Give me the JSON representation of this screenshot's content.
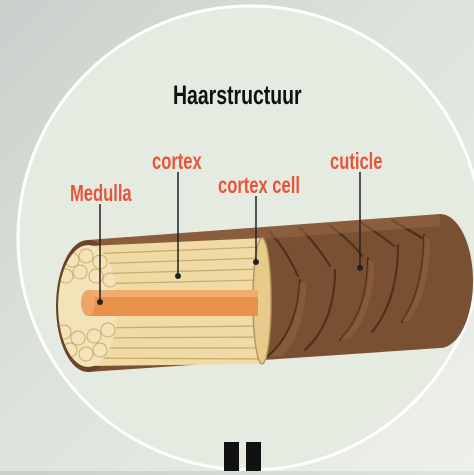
{
  "diagram": {
    "title": "Haarstructuur",
    "labels": {
      "medulla": "Medulla",
      "cortex": "cortex",
      "cortex_cell": "cortex cell",
      "cuticle": "cuticle"
    }
  },
  "colors": {
    "title_text": "#111111",
    "label_text": "#e5553b",
    "circle_fill": "#e6ebe1",
    "cuticle_brown": "#7a5033",
    "cuticle_dark": "#5a3a22",
    "cortex_light": "#f0dba6",
    "medulla_orange": "#e9904a"
  }
}
